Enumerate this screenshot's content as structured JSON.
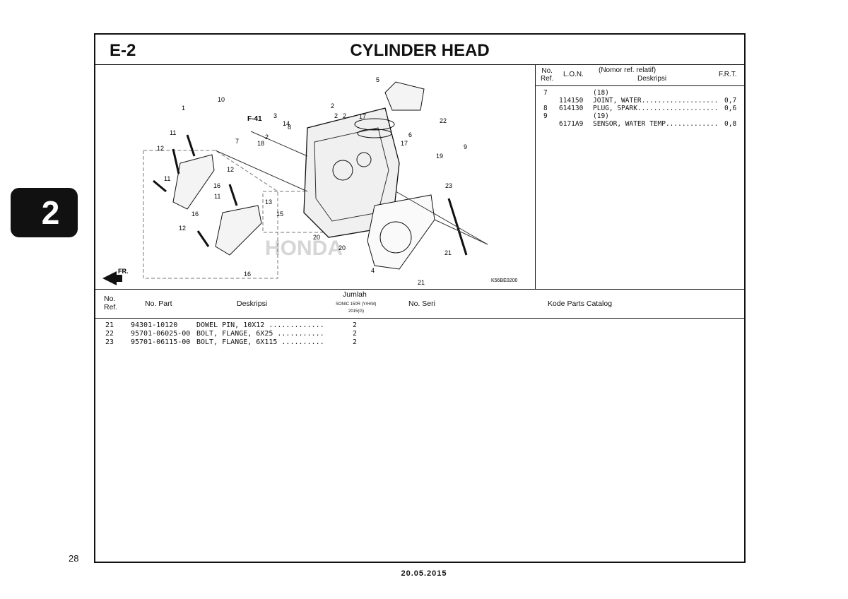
{
  "section": {
    "code": "E-2",
    "title": "CYLINDER HEAD"
  },
  "chapter_tab": "2",
  "page_number": "28",
  "footer_date": "20.05.2015",
  "diagram": {
    "ref_code": "K56BE0200",
    "fr_label": "FR.",
    "f_ref": "F-41",
    "watermark": "HONDA",
    "callouts": [
      "1",
      "2",
      "2",
      "2",
      "2",
      "3",
      "4",
      "5",
      "6",
      "7",
      "8",
      "9",
      "10",
      "11",
      "11",
      "11",
      "12",
      "12",
      "12",
      "13",
      "14",
      "15",
      "16",
      "16",
      "16",
      "17",
      "17",
      "18",
      "19",
      "20",
      "20",
      "21",
      "21",
      "22",
      "23"
    ]
  },
  "lon_table": {
    "headers": {
      "no_ref": "No. Ref.",
      "no_ref_1": "No.",
      "no_ref_2": "Ref.",
      "lon": "L.O.N.",
      "desc_1": "(Nomor ref. relatif)",
      "desc_2": "Deskripsi",
      "frt": "F.R.T."
    },
    "rows": [
      {
        "ref": "7",
        "lon": "",
        "desc": "(18)",
        "frt": ""
      },
      {
        "ref": "",
        "lon": "114150",
        "desc": "JOINT, WATER...................",
        "frt": "0,7"
      },
      {
        "ref": "8",
        "lon": "614130",
        "desc": "PLUG, SPARK....................",
        "frt": "0,6"
      },
      {
        "ref": "9",
        "lon": "",
        "desc": "(19)",
        "frt": ""
      },
      {
        "ref": "",
        "lon": "6171A9",
        "desc": "SENSOR, WATER TEMP.............",
        "frt": "0,8"
      }
    ]
  },
  "parts_table": {
    "headers": {
      "no_ref_1": "No.",
      "no_ref_2": "Ref.",
      "no_part": "No. Part",
      "deskripsi": "Deskripsi",
      "jumlah": "Jumlah",
      "model": "SONIC 150R (Y/H/M)",
      "year": "2015(G)",
      "no_seri": "No. Seri",
      "kode": "Kode Parts Catalog"
    },
    "rows": [
      {
        "ref": "21",
        "part": "94301-10120",
        "desc": "DOWEL PIN, 10X12 .............",
        "qty": "2"
      },
      {
        "ref": "22",
        "part": "95701-06025-00",
        "desc": "BOLT, FLANGE, 6X25 ...........",
        "qty": "2"
      },
      {
        "ref": "23",
        "part": "95701-06115-00",
        "desc": "BOLT, FLANGE, 6X115 ..........",
        "qty": "2"
      }
    ]
  }
}
